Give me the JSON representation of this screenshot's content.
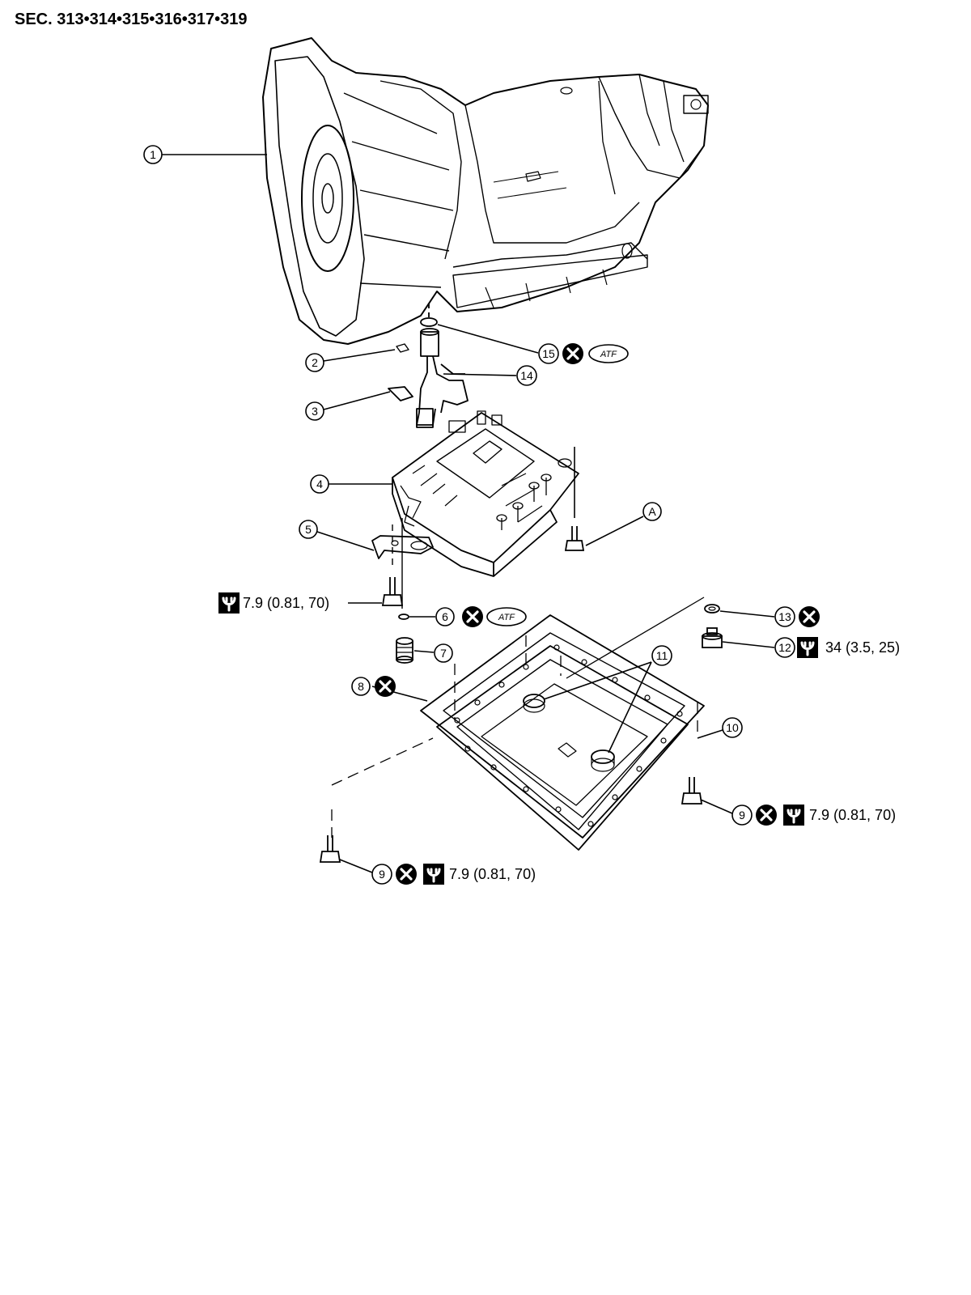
{
  "title": "SEC. 313•314•315•316•317•319",
  "callouts": {
    "c1": "1",
    "c2": "2",
    "c3": "3",
    "c4": "4",
    "c5": "5",
    "c6": "6",
    "c7": "7",
    "c8": "8",
    "c9a": "9",
    "c9b": "9",
    "c10": "10",
    "c11": "11",
    "c12": "12",
    "c13": "13",
    "c14": "14",
    "c15": "15",
    "cA": "A"
  },
  "specs": {
    "bolt5": "7.9 (0.81, 70)",
    "drain12": "34 (3.5, 25)",
    "bolt9_right": "7.9 (0.81, 70)",
    "bolt9_left": "7.9 (0.81, 70)"
  },
  "atf_labels": {
    "atf15": "ATF",
    "atf6": "ATF"
  },
  "icons": {
    "not_reusable": "x-circle-icon",
    "torque": "torque-wrench-icon"
  }
}
